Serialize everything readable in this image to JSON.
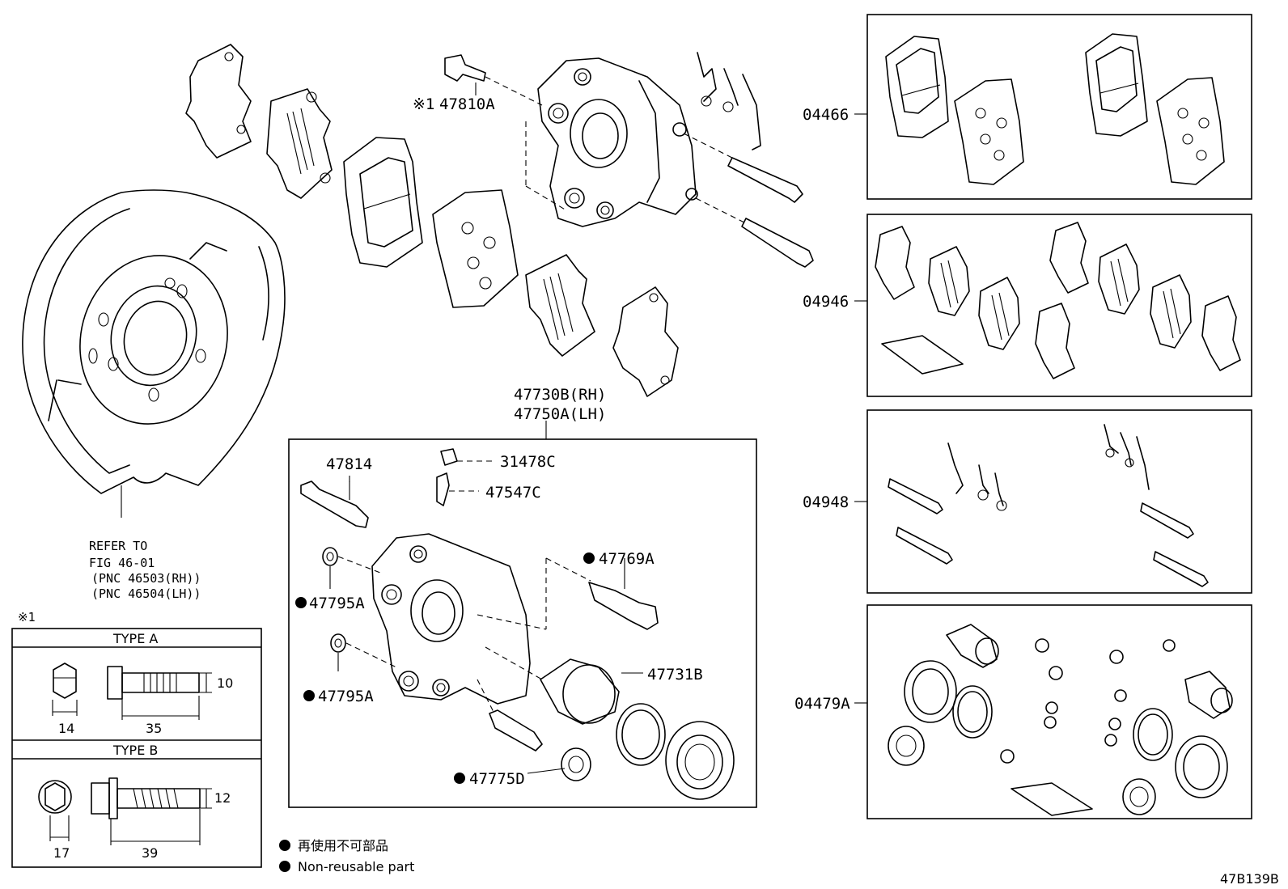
{
  "diagram": {
    "code": "47B139B",
    "refer": {
      "line1": "REFER TO",
      "line2": "FIG 46-01",
      "line3": "(PNC 46503(RH))",
      "line4": "(PNC 46504(LH))"
    },
    "bolt_note": {
      "marker": "※1",
      "part": "47810A"
    },
    "caliper": {
      "rh": "47730B(RH)",
      "lh": "47750A(LH)"
    },
    "parts": {
      "p47814": "47814",
      "p31478C": "31478C",
      "p47547C": "47547C",
      "p47769A": "47769A",
      "p47795A_1": "47795A",
      "p47795A_2": "47795A",
      "p47731B": "47731B",
      "p47775D": "47775D"
    },
    "kits": {
      "k04466": "04466",
      "k04946": "04946",
      "k04948": "04948",
      "k04479A": "04479A"
    },
    "type_table": {
      "note": "※1",
      "type_a": {
        "title": "TYPE A",
        "width": "14",
        "length": "35",
        "height": "10"
      },
      "type_b": {
        "title": "TYPE B",
        "width": "17",
        "length": "39",
        "height": "12"
      }
    },
    "legend": {
      "line_jp": "再使用不可部品",
      "line_en": "Non-reusable part"
    }
  }
}
